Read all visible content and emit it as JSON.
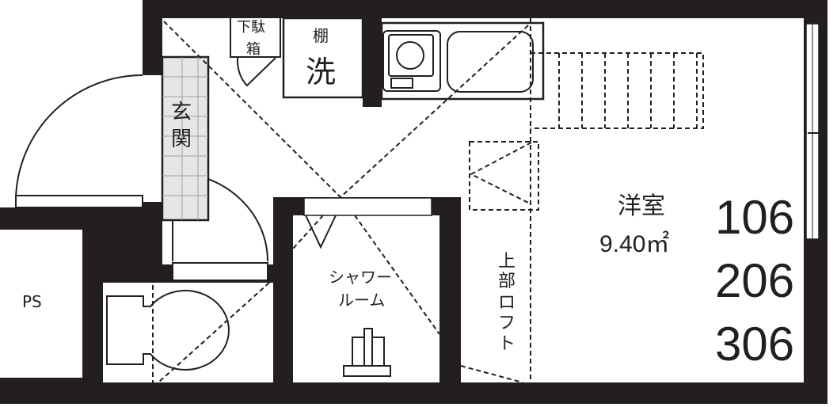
{
  "plan": {
    "rooms": {
      "western_room": {
        "label": "洋室",
        "area": "9.40㎡"
      },
      "shower_room": {
        "line1": "シャワー",
        "line2": "ルーム"
      },
      "entrance": {
        "line1": "玄",
        "line2": "関"
      },
      "shoe_box": {
        "line1": "下駄",
        "line2": "箱"
      },
      "laundry": {
        "shelf": "棚",
        "washer": "洗"
      },
      "loft": {
        "chars": [
          "上",
          "部",
          "ロ",
          "フ",
          "ト"
        ]
      },
      "pipe_space": "PS"
    },
    "unit_numbers": [
      "106",
      "206",
      "306"
    ],
    "colors": {
      "wall": "#231f20",
      "tile": "#e6e6e6",
      "tile_line": "#a0a0a0"
    }
  }
}
